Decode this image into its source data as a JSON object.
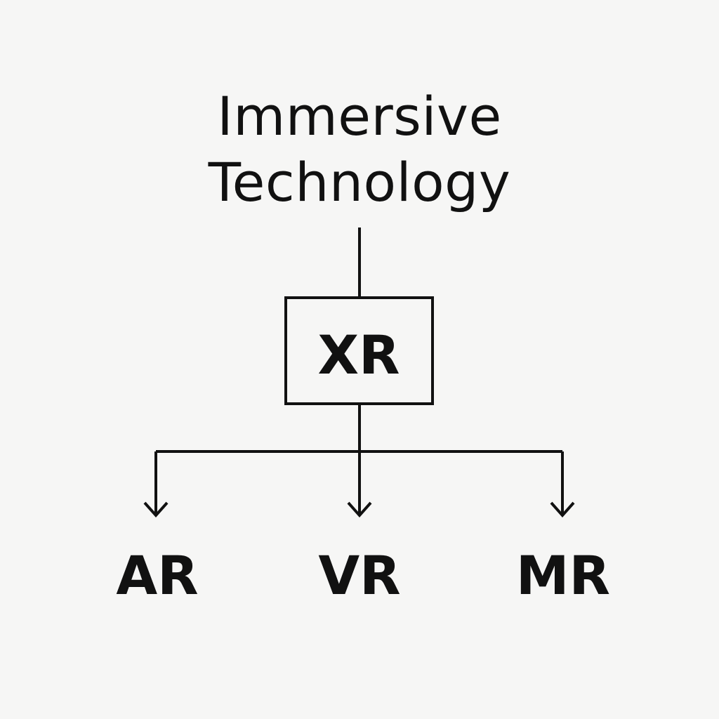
{
  "title": {
    "line1": "Immersive",
    "line2": "Technology"
  },
  "hub": {
    "label": "XR"
  },
  "children": [
    {
      "label": "AR"
    },
    {
      "label": "VR"
    },
    {
      "label": "MR"
    }
  ],
  "colors": {
    "background": "#f6f6f5",
    "ink": "#111111"
  }
}
